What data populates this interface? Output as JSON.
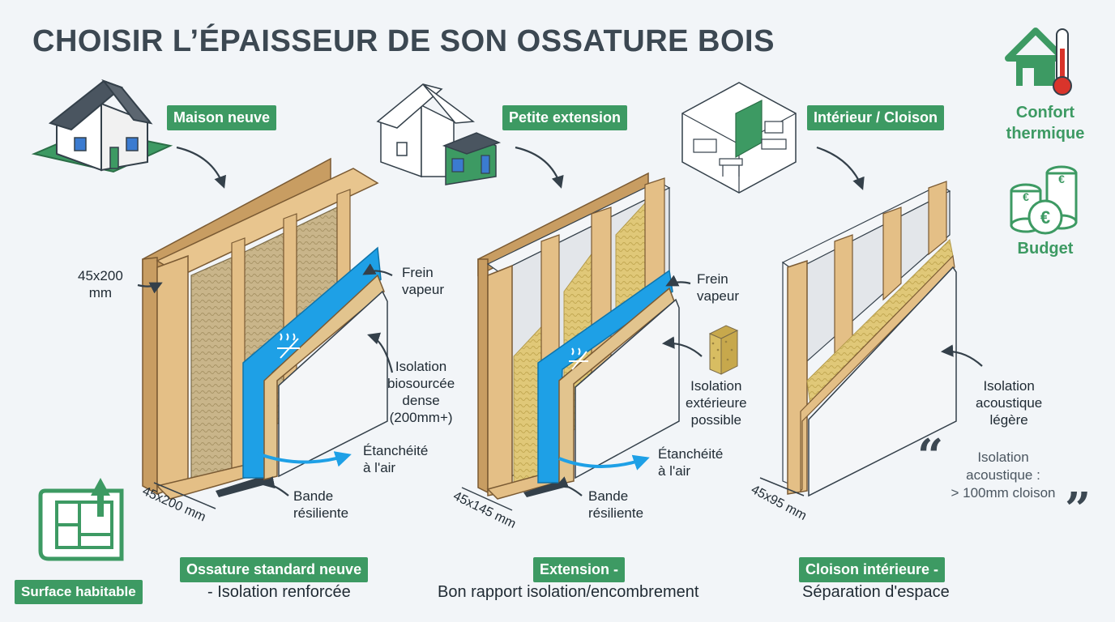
{
  "title": "CHOISIR L’ÉPAISSEUR DE SON OSSATURE BOIS",
  "colors": {
    "green": "#3d9a63",
    "blue": "#1ea0e6",
    "wood": "#e4bf86",
    "insulation": "#d8c06a"
  },
  "sections": [
    {
      "tag": "Maison neuve",
      "icon": "house-icon",
      "dim_side": "45x200\nmm",
      "dim_bottom": "45x200 mm",
      "labels": {
        "frein": "Frein\nvapeur",
        "isolation": "Isolation\nbiosourcée\ndense\n(200mm+)",
        "etancheite": "Étanchéité\nà l'air",
        "bande": "Bande\nrésiliente"
      },
      "caption_tag": "Ossature standard neuve",
      "caption_sub": "- Isolation renforcée"
    },
    {
      "tag": "Petite extension",
      "icon": "house-extension-icon",
      "dim_bottom": "45x145 mm",
      "labels": {
        "frein": "Frein\nvapeur",
        "isolation": "Isolation\nextérieure\npossible",
        "etancheite": "Étanchéité\nà l'air",
        "bande": "Bande\nrésiliente"
      },
      "caption_tag": "Extension -",
      "caption_sub": "Bon rapport isolation/encombrement"
    },
    {
      "tag": "Intérieur / Cloison",
      "icon": "interior-room-icon",
      "dim_bottom": "45x95 mm",
      "labels": {
        "isolation": "Isolation\nacoustique\nlégère"
      },
      "quote": "Isolation\nacoustique :\n> 100mm cloison",
      "caption_tag": "Cloison intérieure -",
      "caption_sub": "Séparation d'espace"
    }
  ],
  "sidebar": {
    "confort": "Confort\nthermique",
    "budget": "Budget",
    "surface": "Surface habitable"
  }
}
